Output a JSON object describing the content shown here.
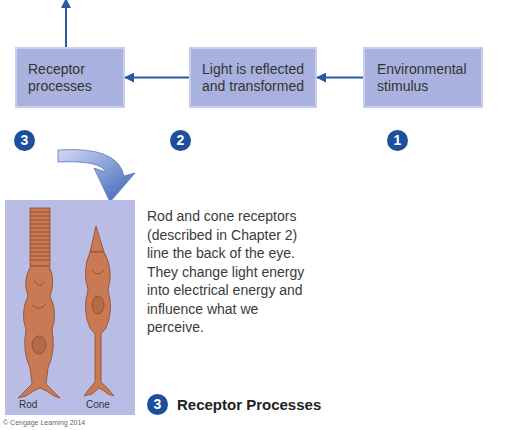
{
  "diagram": {
    "nodes": [
      {
        "text": [
          "Receptor processes"
        ]
      },
      {
        "text": [
          "Light is reflected and transformed"
        ]
      },
      {
        "text": [
          "Environmental stimulus"
        ]
      }
    ],
    "edges": [
      {
        "from": 2,
        "to": 1,
        "arrow": "to"
      },
      {
        "from": 1,
        "to": 0,
        "arrow": "to"
      }
    ],
    "labels": [
      "3",
      "2",
      "1",
      "Rod and cone receptors (described in Chapter 2) line the back of the eye. They change light energy into electrical energy and influence what we perceive.",
      "Rod",
      "Cone",
      "3",
      "Receptor Processes",
      "© Cengage Learning 2014"
    ]
  }
}
